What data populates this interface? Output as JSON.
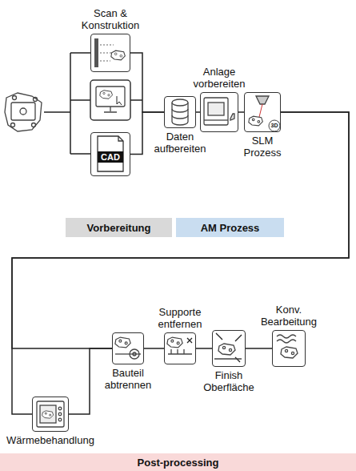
{
  "diagram": {
    "nodes": [
      {
        "text": [
          "Scan & Konstruktion"
        ]
      },
      {
        "text": [
          "CAD"
        ]
      },
      {
        "text": [
          "Daten aufbereiten"
        ]
      },
      {
        "text": [
          "Anlage vorbereiten"
        ]
      },
      {
        "text": [
          "SLM Prozess"
        ]
      },
      {
        "text": [
          "Vorbereitung"
        ]
      },
      {
        "text": [
          "AM Prozess"
        ]
      },
      {
        "text": [
          "Bauteil abtrennen"
        ]
      },
      {
        "text": [
          "Supporte entfernen"
        ]
      },
      {
        "text": [
          "Finish Oberfläche"
        ]
      },
      {
        "text": [
          "Konv. Bearbeitung"
        ]
      },
      {
        "text": [
          "Wärmebehandlung"
        ]
      },
      {
        "text": [
          "Post-processing"
        ]
      }
    ],
    "edges": [
      {
        "from": 0,
        "to": 2,
        "arrow": "none"
      },
      {
        "from": 1,
        "to": 2,
        "arrow": "none"
      },
      {
        "from": 2,
        "to": 3,
        "arrow": "none"
      },
      {
        "from": 3,
        "to": 4,
        "arrow": "none"
      },
      {
        "from": 4,
        "to": 7,
        "arrow": "none"
      },
      {
        "from": 4,
        "to": 11,
        "arrow": "none"
      },
      {
        "from": 11,
        "to": 7,
        "arrow": "none"
      },
      {
        "from": 7,
        "to": 8,
        "arrow": "none"
      },
      {
        "from": 8,
        "to": 9,
        "arrow": "none"
      },
      {
        "from": 9,
        "to": 10,
        "arrow": "none"
      }
    ],
    "labels": [
      "3D"
    ]
  }
}
